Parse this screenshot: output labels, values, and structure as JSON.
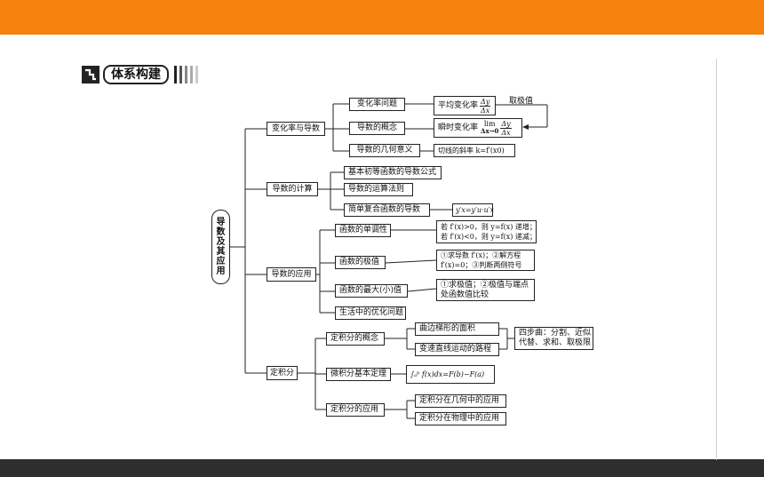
{
  "header": {
    "title": "体系构建"
  },
  "root": {
    "label": "导数及其应用"
  },
  "branches": {
    "b1": {
      "label": "变化率与导数",
      "items": [
        "变化率问题",
        "导数的概念",
        "导数的几何意义"
      ],
      "avg_rate": "平均变化率",
      "avg_num": "Δy",
      "avg_den": "Δx",
      "take_limit": "取极值",
      "inst_rate": "瞬时变化率",
      "lim_word": "lim",
      "lim_sub": "Δx→0",
      "tangent_slope": "切线的斜率 k=f′(x0)"
    },
    "b2": {
      "label": "导数的计算",
      "items": [
        "基本初等函数的导数公式",
        "导数的运算法则",
        "简单复合函数的导数"
      ],
      "composite_formula": "y′x=y′u·u′x"
    },
    "b3": {
      "label": "导数的应用",
      "items": [
        "函数的单调性",
        "函数的极值",
        "函数的最大(小)值",
        "生活中的优化问题"
      ],
      "mono_1": "若 f′(x)>0，则 y=f(x) 递增；",
      "mono_2": "若 f′(x)<0，则 y=f(x) 递减；",
      "ext_1": "①求导数 f′(x)；②解方程",
      "ext_2": "f′(x)=0；③判断两侧符号",
      "max_1": "①求极值；②极值与端点",
      "max_2": "处函数值比较"
    },
    "b4": {
      "label": "定积分",
      "items": [
        "定积分的概念",
        "微积分基本定理",
        "定积分的应用"
      ],
      "concept_sub": [
        "曲边梯形的面积",
        "变速直线运动的路程"
      ],
      "four_steps_1": "四步曲：分割、近似",
      "four_steps_2": "代替、求和、取极限",
      "ftc_formula": "∫ₐᵇ f(x)dx=F(b)−F(a)",
      "app_sub": [
        "定积分在几何中的应用",
        "定积分在物理中的应用"
      ]
    }
  },
  "colors": {
    "topbar": "#f7820d",
    "bottombar": "#2e2e2e",
    "line": "#222222"
  }
}
